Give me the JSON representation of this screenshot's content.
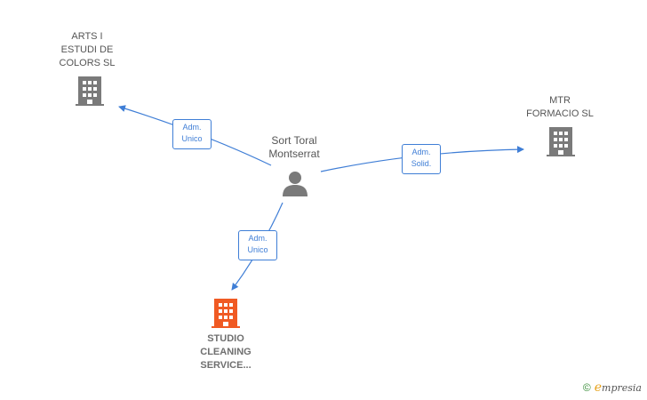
{
  "nodes": {
    "arts": {
      "label": "ARTS I\nESTUDI DE\nCOLORS  SL"
    },
    "mtr": {
      "label": "MTR\nFORMACIO  SL"
    },
    "person": {
      "label": "Sort Toral\nMontserrat"
    },
    "studio": {
      "label": "STUDIO\nCLEANING\nSERVICE..."
    }
  },
  "edges": {
    "to_arts": {
      "label": "Adm.\nUnico"
    },
    "to_mtr": {
      "label": "Adm.\nSolid."
    },
    "to_studio": {
      "label": "Adm.\nUnico"
    }
  },
  "colors": {
    "company": "#7a7a7a",
    "company_highlight": "#f05a23",
    "person": "#7a7a7a",
    "edge": "#3f7ed6"
  },
  "footer": {
    "copyright": "©",
    "brand_first": "e",
    "brand_rest": "mpresia"
  }
}
